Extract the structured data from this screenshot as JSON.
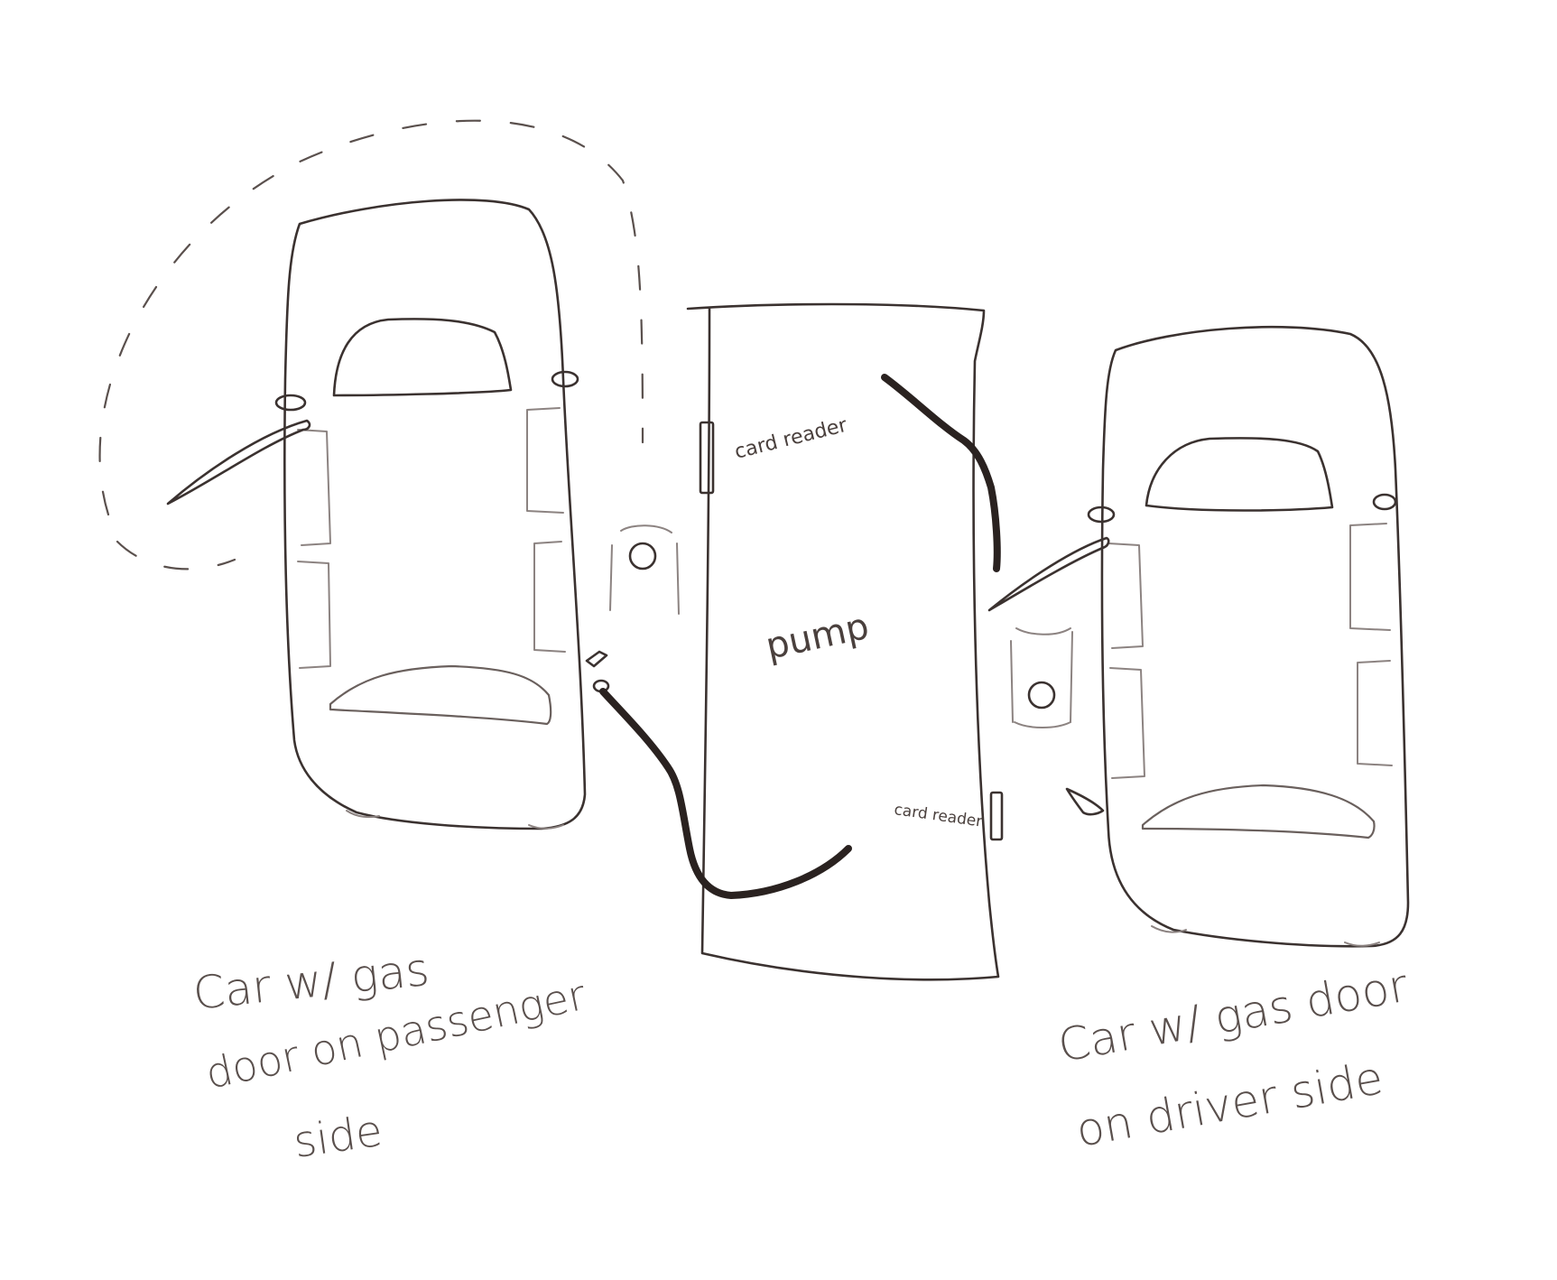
{
  "labels": {
    "card_reader_top": "card reader",
    "card_reader_bottom": "card reader",
    "pump": "pump",
    "left_car": [
      "Car w/ gas",
      "door on passenger",
      "side"
    ],
    "right_car": [
      "Car w/ gas door",
      "on driver side"
    ]
  },
  "colors": {
    "ink": "#3b3230",
    "hose": "#2a2220",
    "label": "#5a504d"
  }
}
